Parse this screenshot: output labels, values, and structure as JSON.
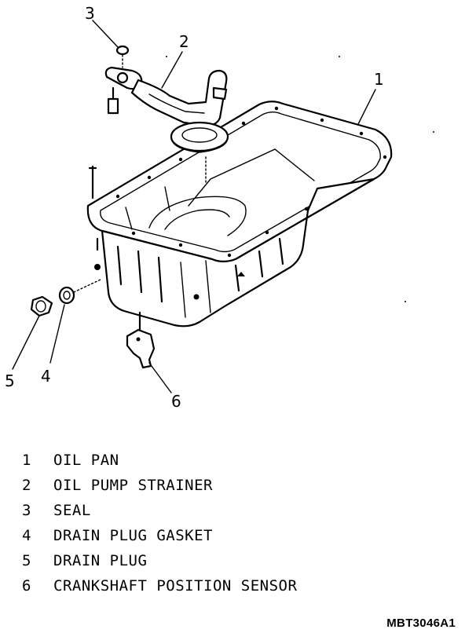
{
  "callouts": [
    {
      "number": "1"
    },
    {
      "number": "2"
    },
    {
      "number": "3"
    },
    {
      "number": "4"
    },
    {
      "number": "5"
    },
    {
      "number": "6"
    }
  ],
  "legend": [
    {
      "number": "1",
      "label": "OIL PAN"
    },
    {
      "number": "2",
      "label": "OIL PUMP STRAINER"
    },
    {
      "number": "3",
      "label": "SEAL"
    },
    {
      "number": "4",
      "label": "DRAIN PLUG GASKET"
    },
    {
      "number": "5",
      "label": "DRAIN PLUG"
    },
    {
      "number": "6",
      "label": "CRANKSHAFT POSITION SENSOR"
    }
  ],
  "reference_code": "MBT3046A1"
}
